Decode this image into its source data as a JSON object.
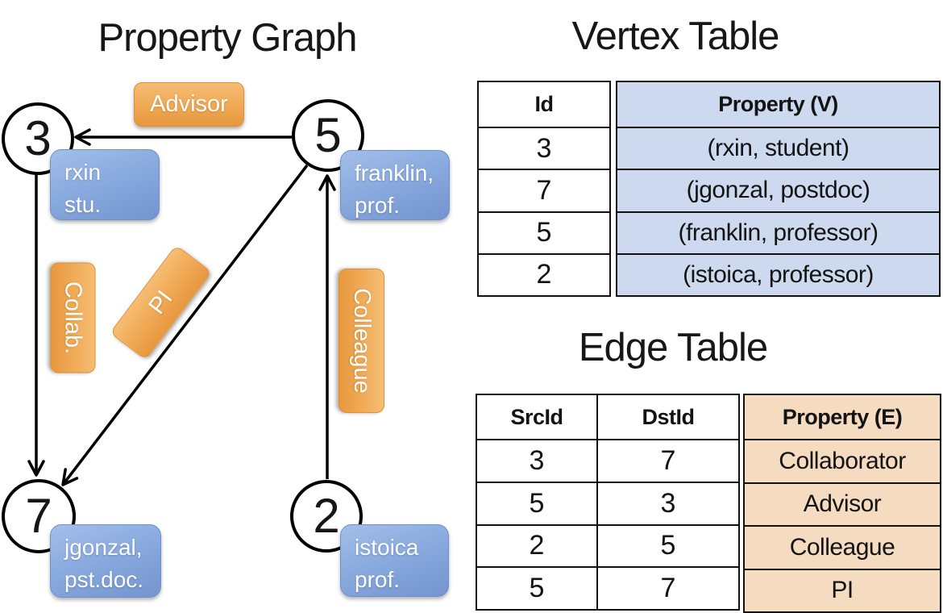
{
  "graph": {
    "title": "Property Graph",
    "nodes": [
      {
        "id": "3",
        "property": [
          "rxin",
          "stu."
        ]
      },
      {
        "id": "5",
        "property": [
          "franklin,",
          "prof."
        ]
      },
      {
        "id": "7",
        "property": [
          "jgonzal,",
          "pst.doc."
        ]
      },
      {
        "id": "2",
        "property": [
          "istoica",
          "prof."
        ]
      }
    ],
    "edge_labels": {
      "advisor": "Advisor",
      "collab": "Collab.",
      "pi": "PI",
      "colleague": "Colleague"
    },
    "edges": [
      {
        "from": "5",
        "to": "3",
        "label": "Advisor"
      },
      {
        "from": "3",
        "to": "7",
        "label": "Collab."
      },
      {
        "from": "5",
        "to": "7",
        "label": "PI"
      },
      {
        "from": "2",
        "to": "5",
        "label": "Colleague"
      }
    ]
  },
  "vertex_table": {
    "title": "Vertex Table",
    "headers": {
      "id": "Id",
      "property": "Property (V)"
    },
    "rows": [
      {
        "id": "3",
        "property": "(rxin, student)"
      },
      {
        "id": "7",
        "property": "(jgonzal, postdoc)"
      },
      {
        "id": "5",
        "property": "(franklin, professor)"
      },
      {
        "id": "2",
        "property": "(istoica, professor)"
      }
    ]
  },
  "edge_table": {
    "title": "Edge Table",
    "headers": {
      "src": "SrcId",
      "dst": "DstId",
      "property": "Property (E)"
    },
    "rows": [
      {
        "src": "3",
        "dst": "7",
        "property": "Collaborator"
      },
      {
        "src": "5",
        "dst": "3",
        "property": "Advisor"
      },
      {
        "src": "2",
        "dst": "5",
        "property": "Colleague"
      },
      {
        "src": "5",
        "dst": "7",
        "property": "PI"
      }
    ]
  },
  "colors": {
    "edge_label_orange_top": "#f6bd74",
    "edge_label_orange_bottom": "#e7983d",
    "vertex_prop_blue_top": "#a3bee9",
    "vertex_prop_blue_bottom": "#7394ce",
    "vertex_cell_blue": "#ccd9ee",
    "edge_cell_orange": "#f5dcc1",
    "line_black": "#000000"
  }
}
